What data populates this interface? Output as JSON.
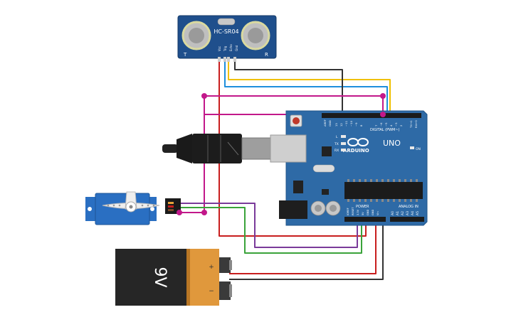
{
  "sensor": {
    "model": "HC-SR04",
    "corner_left": "T",
    "corner_right": "R",
    "pins": [
      "Vcc",
      "Trig",
      "Echo",
      "Gnd"
    ]
  },
  "arduino": {
    "logo": "ARDUINO",
    "model": "UNO",
    "digital_header": "DIGITAL (PWM~)",
    "power_header": "POWER",
    "analog_header": "ANALOG IN",
    "on_label": "ON",
    "led_l": "L",
    "led_tx": "TX",
    "led_rx": "RX",
    "aref": "AREF",
    "gnd": "GND",
    "digital_pins": [
      "13",
      "12",
      "~11",
      "~10",
      "~9",
      "8",
      "7",
      "~6",
      "~5",
      "4",
      "~3",
      "2",
      "TX→1",
      "RX←0"
    ],
    "power_pins": [
      "IOREF",
      "RESET",
      "3.3V",
      "5V",
      "GND",
      "GND",
      "Vin"
    ],
    "analog_pins": [
      "A0",
      "A1",
      "A2",
      "A3",
      "A4",
      "A5"
    ]
  },
  "battery": {
    "label": "9V",
    "plus": "+",
    "minus": "−"
  },
  "colors": {
    "board": "#2e6aa6",
    "sensor": "#1f4f8c",
    "wire_red": "#c81e1e",
    "wire_black": "#333333",
    "wire_yellow": "#f0c000",
    "wire_blue": "#1e8fdc",
    "wire_magenta": "#c2188a",
    "wire_green": "#3aa33a",
    "wire_purple": "#7a3a9a"
  }
}
